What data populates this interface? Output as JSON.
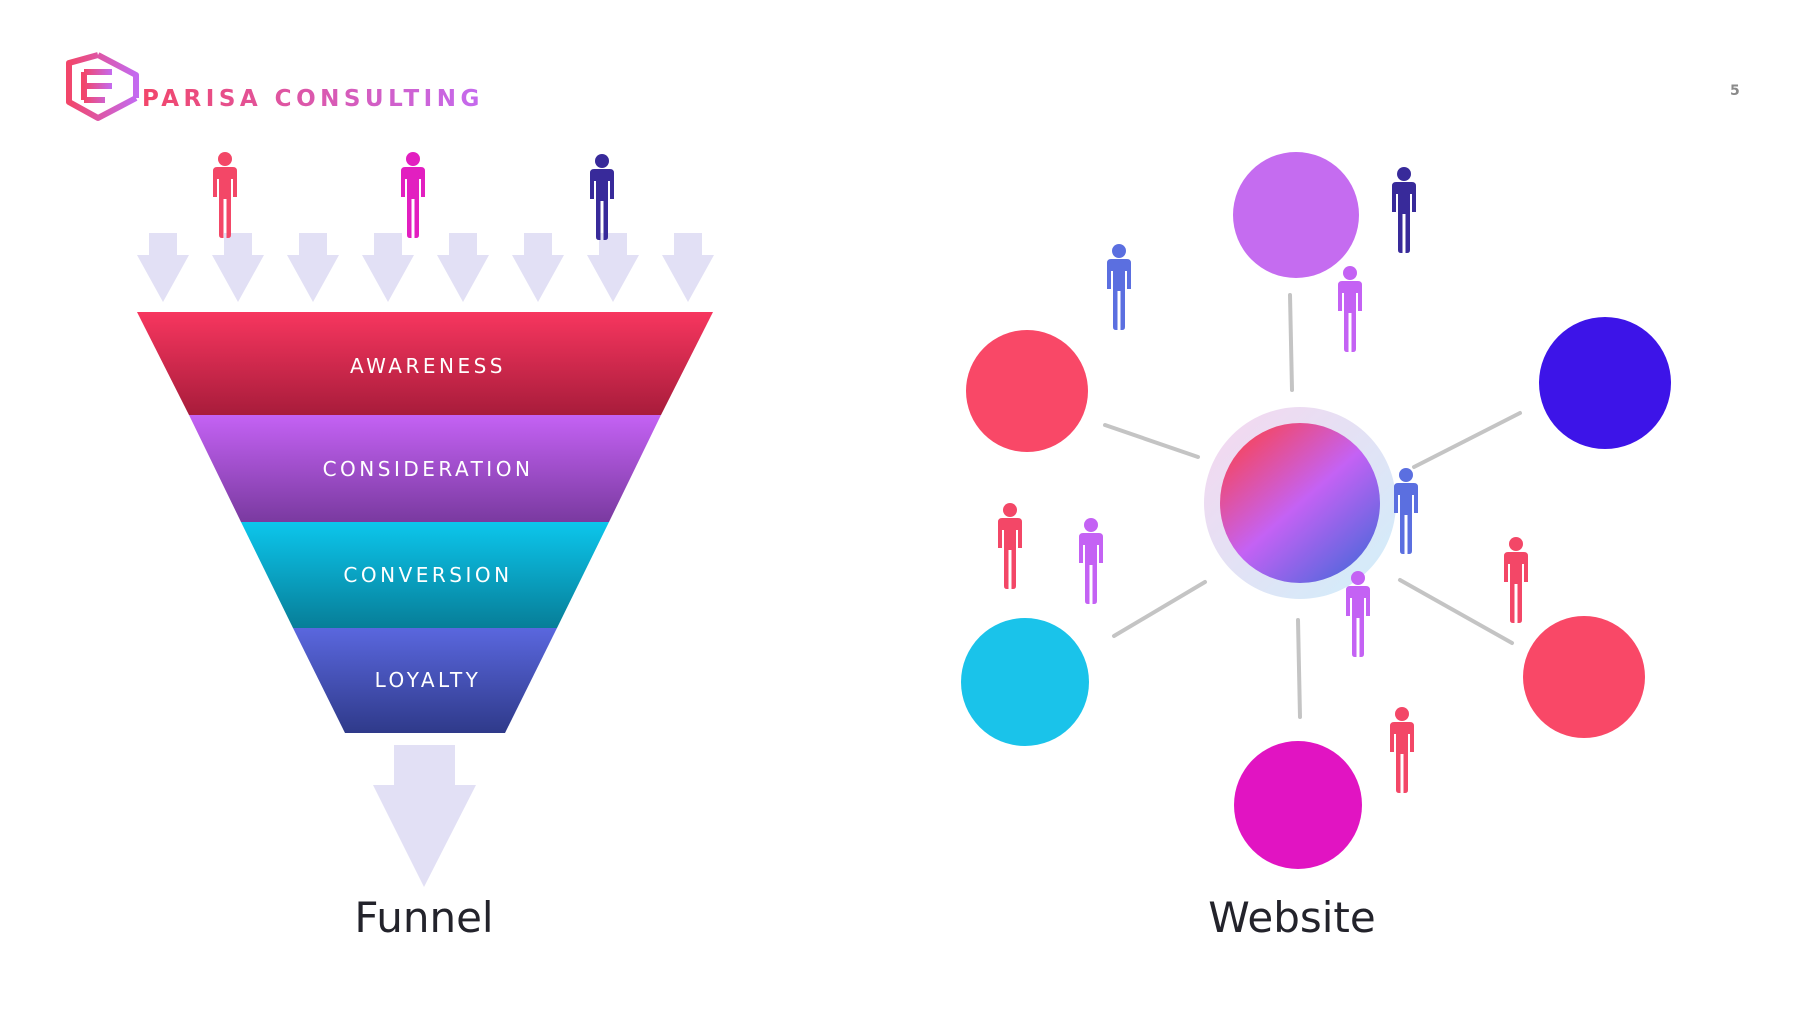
{
  "brand": {
    "name": "PARISA CONSULTING",
    "logo_icon": "hexagon-e-icon"
  },
  "page_number": "5",
  "funnel": {
    "caption": "Funnel",
    "stages": [
      "AWARENESS",
      "CONSIDERATION",
      "CONVERSION",
      "LOYALTY"
    ],
    "stage_colors": [
      [
        "#f7365f",
        "#a81c3b"
      ],
      [
        "#c462f4",
        "#7a3aa0"
      ],
      [
        "#0cc6ec",
        "#077e98"
      ],
      [
        "#5a67de",
        "#2f3a8a"
      ]
    ],
    "arrow_color": "#e2e0f5",
    "people_colors": [
      "#f34767",
      "#e21fc0",
      "#382a9a"
    ]
  },
  "website": {
    "caption": "Website",
    "hub_colors": [
      "#f34767",
      "#c462f4",
      "#5a67de"
    ],
    "node_colors": [
      "#c56cf0",
      "#3d14e8",
      "#f94867",
      "#e114c2",
      "#1ac3ea",
      "#f94867"
    ],
    "line_color": "#c4c4c4",
    "people_colors": [
      "#5b6fe0",
      "#382a9a",
      "#c462f4",
      "#f34767",
      "#c462f4",
      "#5b6fe0",
      "#c462f4",
      "#f34767",
      "#f34767"
    ]
  }
}
